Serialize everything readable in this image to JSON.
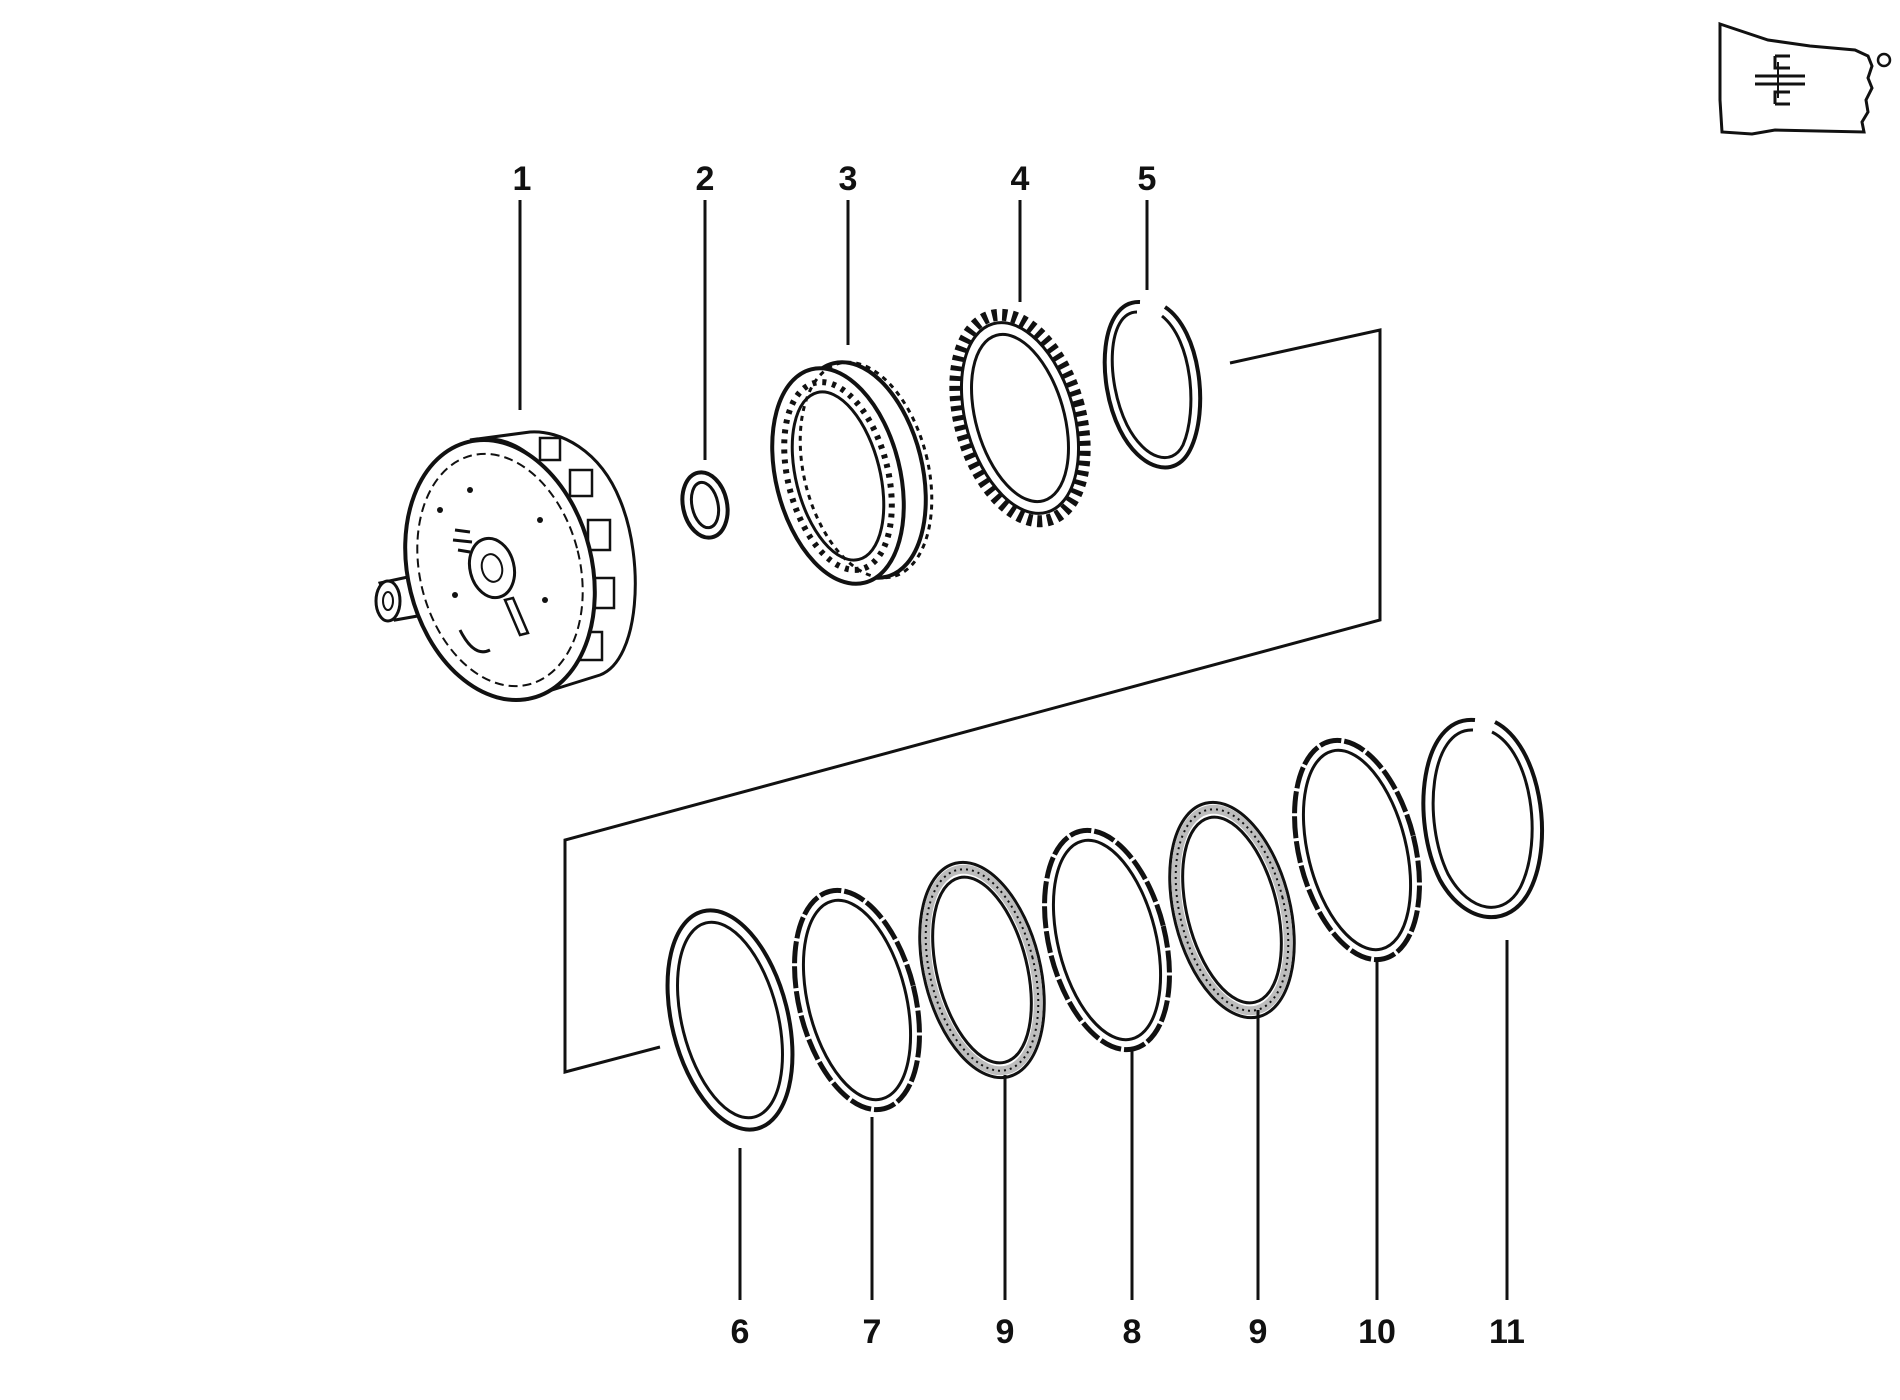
{
  "diagram": {
    "type": "exploded-parts-view",
    "colors": {
      "line": "#111111",
      "background": "#ffffff",
      "friction": "#bdbdbd"
    },
    "thumbnail_icon": "gearbox-locator-icon",
    "callouts": [
      {
        "id": "c1",
        "label": "1",
        "part": "clutch-drum-with-shaft"
      },
      {
        "id": "c2",
        "label": "2",
        "part": "small-snap-ring"
      },
      {
        "id": "c3",
        "label": "3",
        "part": "splined-hub-ring"
      },
      {
        "id": "c4",
        "label": "4",
        "part": "toothed-ring"
      },
      {
        "id": "c5",
        "label": "5",
        "part": "snap-ring"
      },
      {
        "id": "c6",
        "label": "6",
        "part": "plain-plate"
      },
      {
        "id": "c7",
        "label": "7",
        "part": "steel-plate"
      },
      {
        "id": "c9a",
        "label": "9",
        "part": "friction-disc"
      },
      {
        "id": "c8",
        "label": "8",
        "part": "steel-plate"
      },
      {
        "id": "c9b",
        "label": "9",
        "part": "friction-disc"
      },
      {
        "id": "c10",
        "label": "10",
        "part": "steel-plate"
      },
      {
        "id": "c11",
        "label": "11",
        "part": "snap-ring"
      }
    ]
  }
}
